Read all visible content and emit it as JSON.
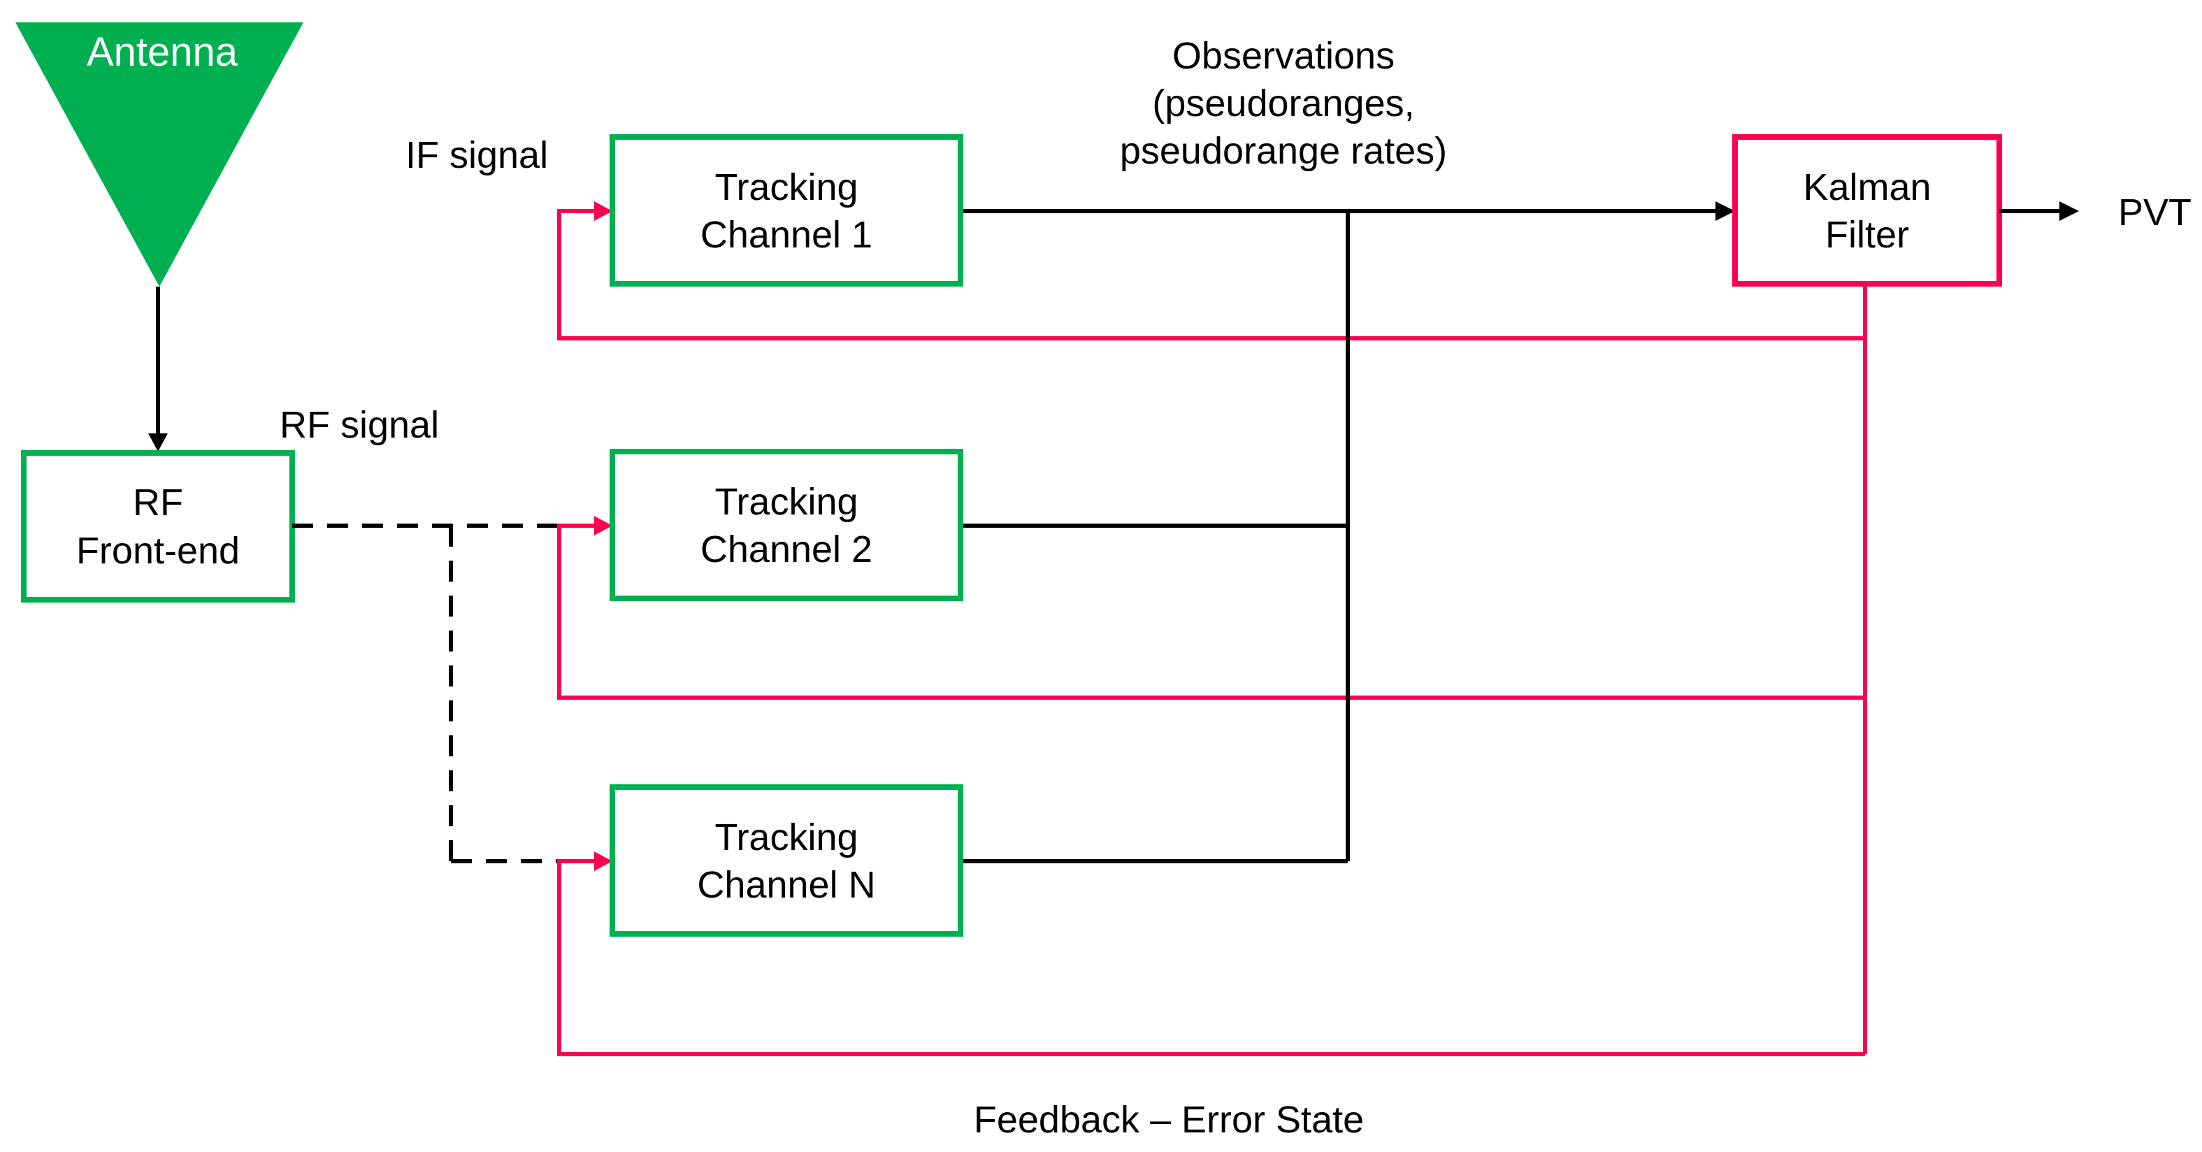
{
  "colors": {
    "green": "#00b050",
    "red": "#ff0050",
    "black": "#000000",
    "antenna_fill": "#00b050",
    "antenna_text": "#ffffff"
  },
  "antenna": {
    "label": "Antenna"
  },
  "rf_frontend": {
    "line1": "RF",
    "line2": "Front-end"
  },
  "labels": {
    "rf_signal": "RF signal",
    "if_signal": "IF signal",
    "observations_line1": "Observations",
    "observations_line2": "(pseudoranges,",
    "observations_line3": "pseudorange rates)",
    "pvt": "PVT",
    "feedback": "Feedback – Error State"
  },
  "tracking_channels": [
    {
      "line1": "Tracking",
      "line2": "Channel 1"
    },
    {
      "line1": "Tracking",
      "line2": "Channel 2"
    },
    {
      "line1": "Tracking",
      "line2": "Channel N"
    }
  ],
  "kalman_filter": {
    "line1": "Kalman",
    "line2": "Filter"
  }
}
